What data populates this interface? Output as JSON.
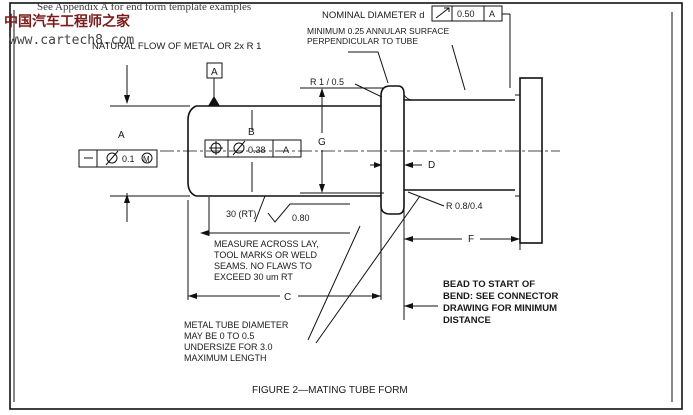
{
  "watermark": {
    "cn": "中国汽车工程师之家",
    "url": "www.cartech8.com"
  },
  "header_text": "See Appendix A for end form template examples",
  "labels": {
    "nominal_diameter": "NOMINAL DIAMETER d",
    "fcf_top": {
      "tol": "0.50",
      "datum": "A"
    },
    "min_surface_1": "MINIMUM 0.25 ANNULAR SURFACE",
    "min_surface_2": "PERPENDICULAR TO TUBE",
    "natural_flow": "NATURAL FLOW OF METAL OR 2x R 1",
    "datum_a": "A",
    "r1": "R 1 / 0.5",
    "a_label": "A",
    "fcf_left": {
      "tol": "0.1",
      "modifier": "M"
    },
    "b_label": "B",
    "fcf_mid": {
      "tol": "0.38",
      "datum": "A"
    },
    "g_label": "G",
    "d_label": "D",
    "r_08": "R 0.8/0.4",
    "rt_30": "30 (RT)",
    "rough_080": "0.80",
    "f_label": "F",
    "measure_1": "MEASURE ACROSS LAY,",
    "measure_2": "TOOL MARKS OR WELD",
    "measure_3": "SEAMS.  NO FLAWS TO",
    "measure_4": "EXCEED 30 um RT",
    "c_label": "C",
    "bead_1": "BEAD TO START OF",
    "bead_2": "BEND: SEE CONNECTOR",
    "bead_3": "DRAWING FOR MINIMUM",
    "bead_4": "DISTANCE",
    "metal_1": "METAL TUBE DIAMETER",
    "metal_2": "MAY BE 0 TO 0.5",
    "metal_3": "UNDERSIZE FOR 3.0",
    "metal_4": "MAXIMUM LENGTH",
    "caption": "FIGURE 2—MATING TUBE FORM"
  }
}
